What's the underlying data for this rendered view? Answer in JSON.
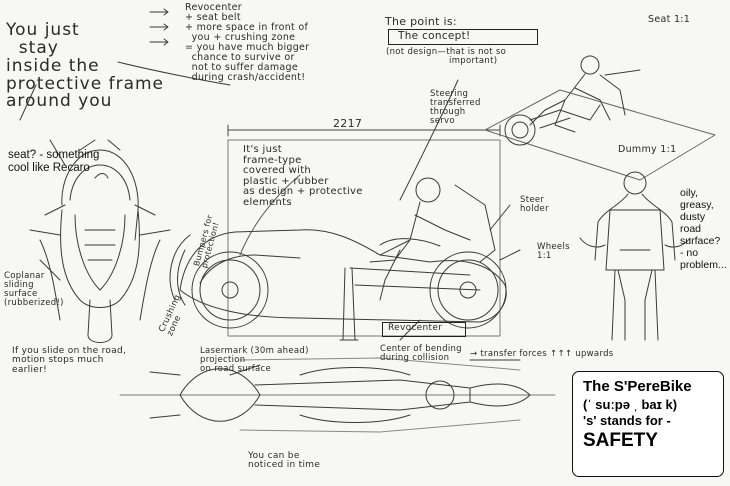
{
  "notes": {
    "stay_inside": "You just\n  stay\ninside the\nprotective frame\naround you",
    "revocenter_list": "Revocenter\n+ seat belt\n+ more space in front of\n  you + crushing zone\n= you have much bigger\n  chance to survive or\n  not to suffer damage\n  during crash/accident!",
    "point_is": "The point is:",
    "concept": "The concept!",
    "not_design": "(not design—that is not so\n                     important)",
    "seat": "Seat 1:1",
    "steering": "Steering\ntransferred\nthrough\nservo",
    "dimension": "2217",
    "frame_text": "It's just\nframe-type\ncovered with\nplastic + rubber\nas design + protective\nelements",
    "dummy": "Dummy 1:1",
    "steer_holder": "Steer\nholder",
    "wheels": "Wheels\n1:1",
    "bumpers": "Bumpers for\nprotection!",
    "crushing_zone": "Crushing\nzone",
    "coplanar": "Coplanar\nsliding\nsurface\n(rubberized!)",
    "slide": "If you slide on the road,\nmotion stops much\nearlier!",
    "laser": "Lasermark (30m ahead)\nprojection\non road surface",
    "revocenter_label": "Revocenter",
    "center_bending": "Center of bending\nduring collision",
    "transfer": "→ transfer forces ↑↑↑ upwards",
    "noticed": "You can be\nnoticed in time"
  },
  "typed": {
    "seat_recaro": "seat? - something\ncool like Recaro",
    "oily": "oily,\ngreasy,\ndusty\nroad\nsurface?\n- no\nproblem..."
  },
  "title_box": {
    "line1": "The S'PereBike",
    "line2": "(ˈ suːpə ˌ baɪ k)",
    "line3": "'s' stands for -",
    "line4": "SAFETY"
  }
}
